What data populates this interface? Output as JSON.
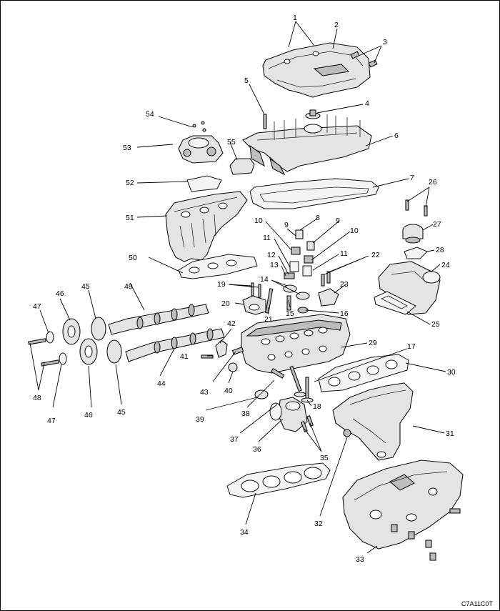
{
  "figure_code": "C7A11C0T",
  "callouts": [
    "1",
    "2",
    "3",
    "4",
    "5",
    "6",
    "7",
    "8",
    "9",
    "9",
    "10",
    "10",
    "11",
    "11",
    "12",
    "13",
    "14",
    "15",
    "16",
    "17",
    "18",
    "19",
    "20",
    "21",
    "22",
    "23",
    "24",
    "25",
    "26",
    "27",
    "28",
    "29",
    "30",
    "31",
    "32",
    "33",
    "34",
    "35",
    "36",
    "37",
    "38",
    "39",
    "40",
    "41",
    "42",
    "43",
    "44",
    "45",
    "45",
    "46",
    "46",
    "47",
    "47",
    "48",
    "49",
    "50",
    "51",
    "52",
    "53",
    "54",
    "55"
  ]
}
